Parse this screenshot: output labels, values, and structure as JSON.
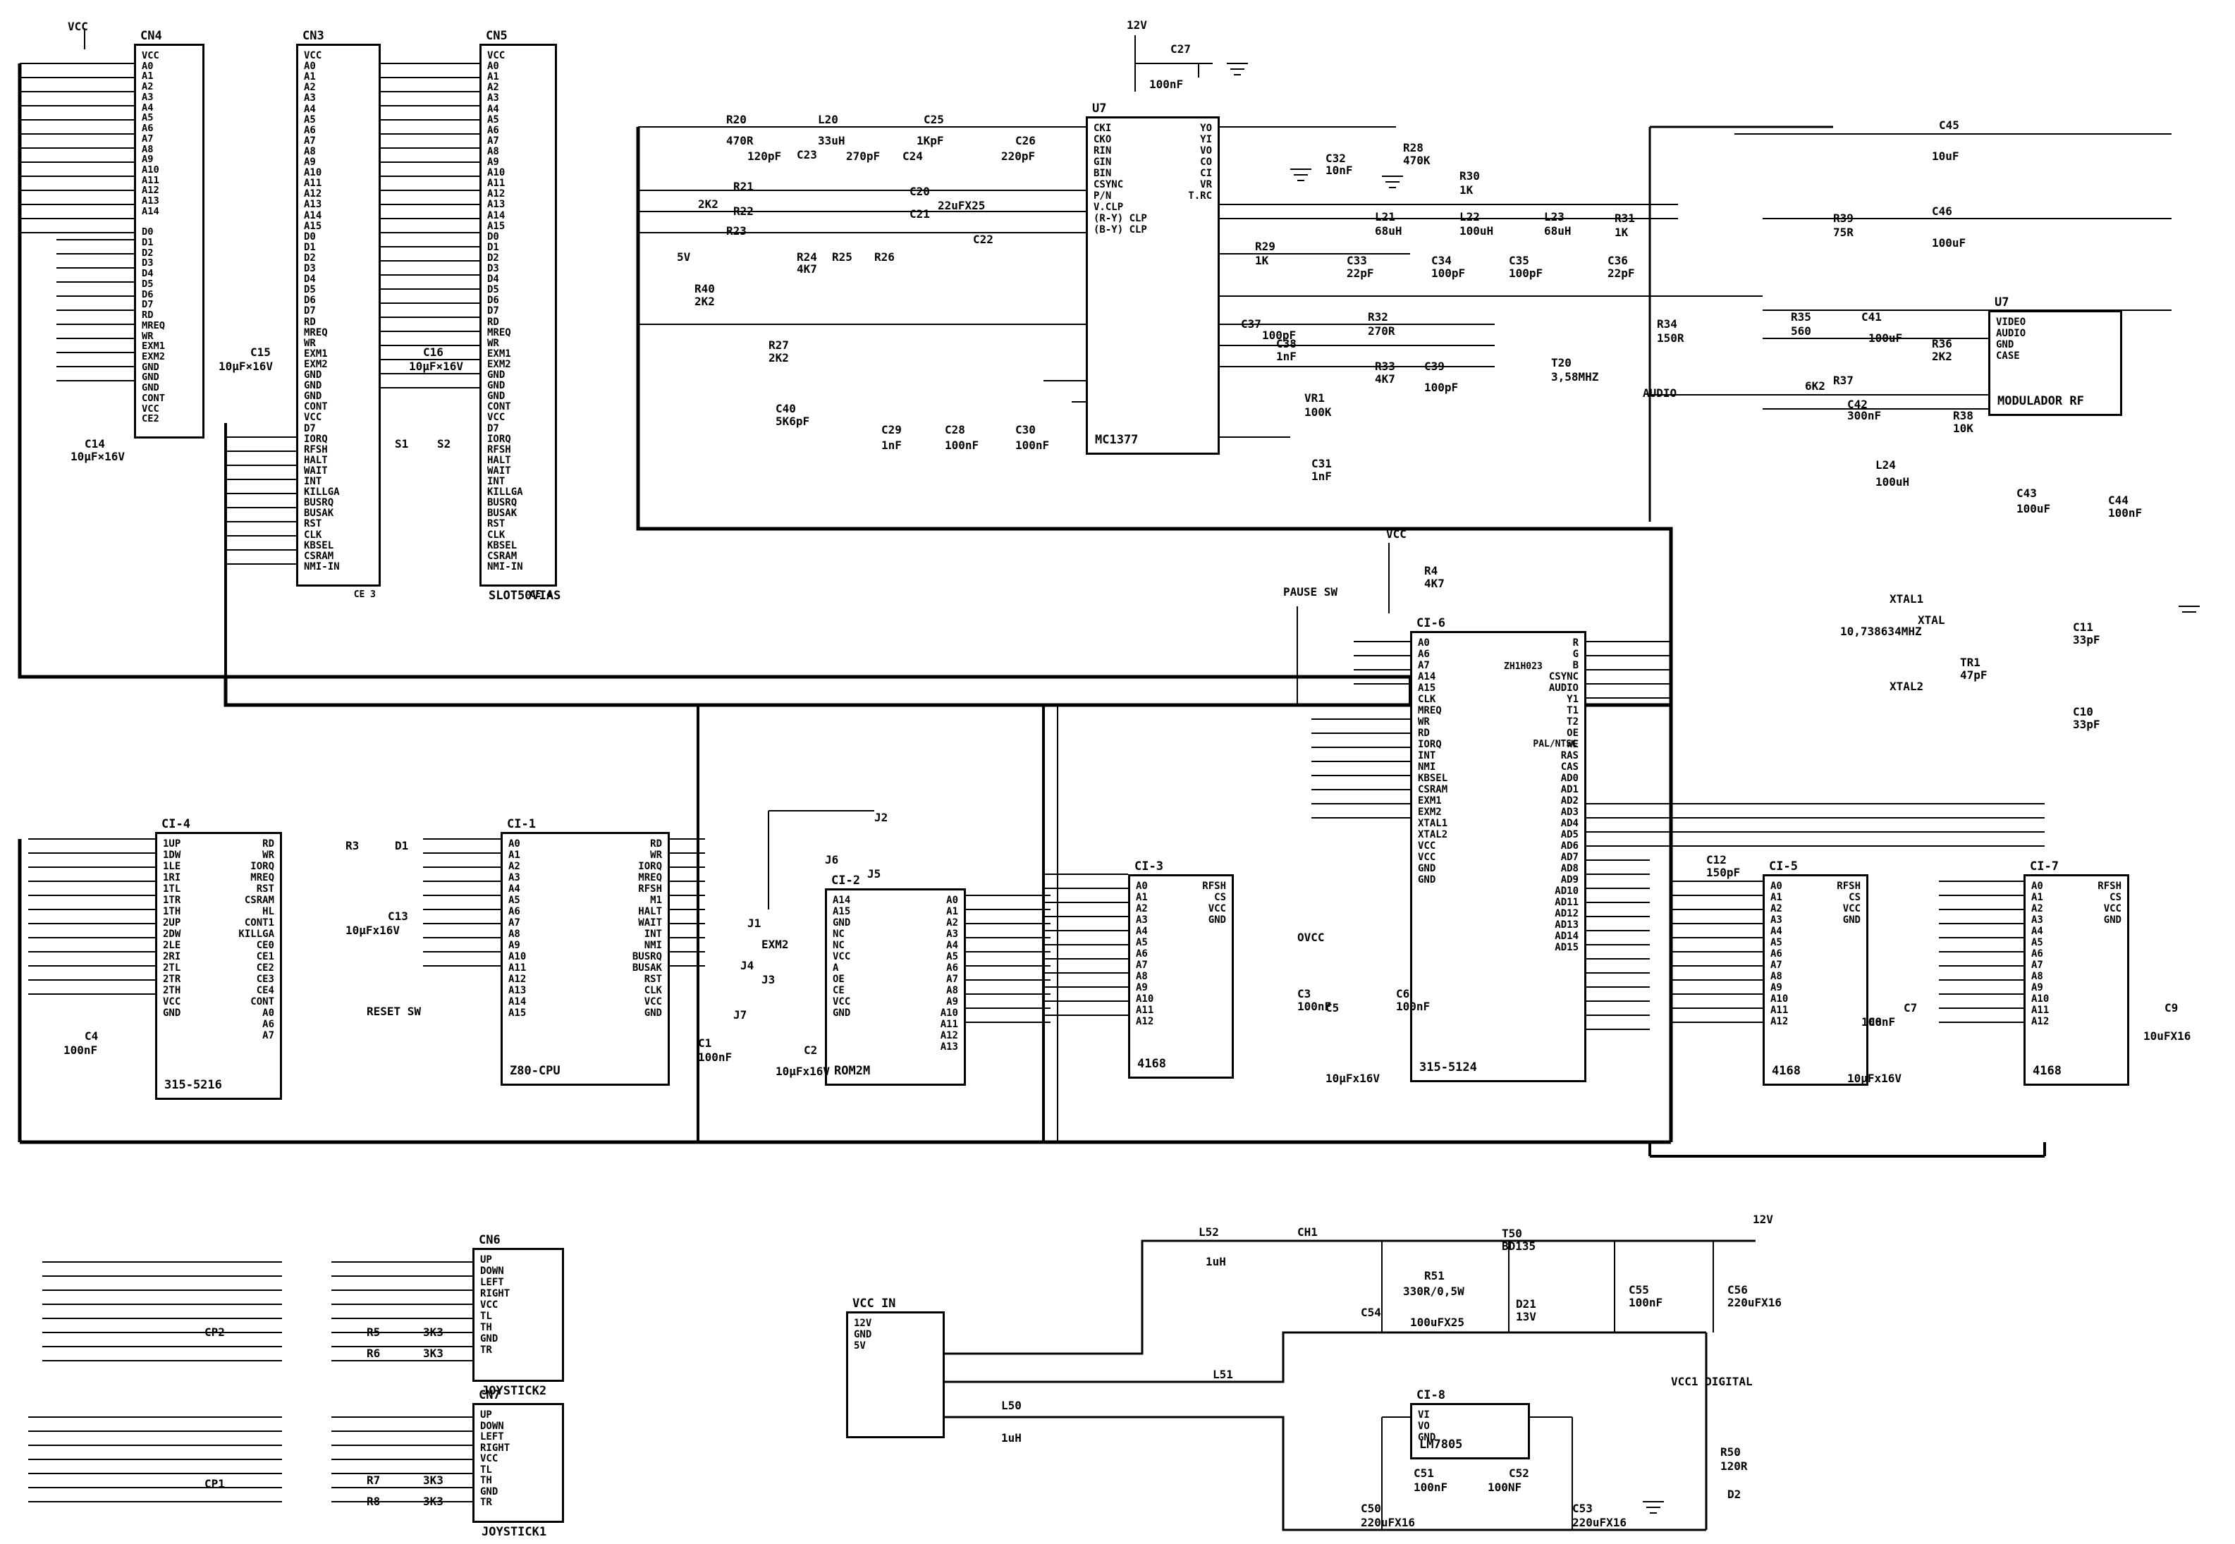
{
  "rails": {
    "vcc": "VCC",
    "v12_top": "12V",
    "v12_psu": "12V",
    "audio": "AUDIO",
    "vcc_digital": "VCC1 DIGITAL"
  },
  "connectors": {
    "cn4": {
      "ref": "CN4",
      "pins": [
        "VCC",
        "A0",
        "A1",
        "A2",
        "A3",
        "A4",
        "A5",
        "A6",
        "A7",
        "A8",
        "A9",
        "A10",
        "A11",
        "A12",
        "A13",
        "A14",
        "",
        "D0",
        "D1",
        "D2",
        "D3",
        "D4",
        "D5",
        "D6",
        "D7",
        "RD",
        "MREQ",
        "WR",
        "EXM1",
        "EXM2",
        "GND",
        "GND",
        "GND",
        "CONT",
        "VCC",
        "CE2"
      ],
      "cap": "C14",
      "cap_value": "10μF×16V"
    },
    "cn3": {
      "ref": "CN3",
      "pins": [
        "VCC",
        "A0",
        "A1",
        "A2",
        "A3",
        "A4",
        "A5",
        "A6",
        "A7",
        "A8",
        "A9",
        "A10",
        "A11",
        "A12",
        "A13",
        "A14",
        "A15",
        "D0",
        "D1",
        "D2",
        "D3",
        "D4",
        "D5",
        "D6",
        "D7",
        "RD",
        "MREQ",
        "WR",
        "EXM1",
        "EXM2",
        "GND",
        "GND",
        "GND",
        "CONT",
        "VCC",
        "D7",
        "IORQ",
        "RFSH",
        "HALT",
        "WAIT",
        "INT",
        "KILLGA",
        "BUSRQ",
        "BUSAK",
        "RST",
        "CLK",
        "KBSEL",
        "CSRAM",
        "NMI-IN"
      ],
      "bottom": "CE 3",
      "cap": "C15",
      "cap_value": "10μF×16V"
    },
    "cn5": {
      "ref": "CN5",
      "pins": [
        "VCC",
        "A0",
        "A1",
        "A2",
        "A3",
        "A4",
        "A5",
        "A6",
        "A7",
        "A8",
        "A9",
        "A10",
        "A11",
        "A12",
        "A13",
        "A14",
        "A15",
        "D0",
        "D1",
        "D2",
        "D3",
        "D4",
        "D5",
        "D6",
        "D7",
        "RD",
        "MREQ",
        "WR",
        "EXM1",
        "EXM2",
        "GND",
        "GND",
        "GND",
        "CONT",
        "VCC",
        "D7",
        "IORQ",
        "RFSH",
        "HALT",
        "WAIT",
        "INT",
        "KILLGA",
        "BUSRQ",
        "BUSAK",
        "RST",
        "CLK",
        "KBSEL",
        "CSRAM",
        "NMI-IN"
      ],
      "bottom": "CE 4",
      "name": "SLOT50VIAS",
      "cap": "C16",
      "cap_value": "10μF×16V",
      "labels": [
        "S1",
        "S2"
      ]
    },
    "cn6": {
      "ref": "CN6",
      "pins": [
        "UP",
        "DOWN",
        "LEFT",
        "RIGHT",
        "VCC",
        "TL",
        "TH",
        "GND",
        "TR"
      ],
      "name": "JOYSTICK2",
      "res1": "R5",
      "res1_value": "3K3",
      "res2": "R6",
      "res2_value": "3K3",
      "cap": "CP2"
    },
    "cn7": {
      "ref": "CN7",
      "pins": [
        "UP",
        "DOWN",
        "LEFT",
        "RIGHT",
        "VCC",
        "TL",
        "TH",
        "GND",
        "TR"
      ],
      "name": "JOYSTICK1",
      "res1": "R7",
      "res1_value": "3K3",
      "res2": "R8",
      "res2_value": "3K3",
      "cap": "CP1"
    },
    "vcc_in": {
      "ref": "VCC IN",
      "pins": [
        "12V",
        "GND",
        "5V"
      ]
    }
  },
  "ics": {
    "u7": {
      "ref": "U7",
      "part": "MC1377",
      "left": [
        "CKI",
        "CKO",
        "RIN",
        "GIN",
        "BIN",
        "CSYNC",
        "P/N",
        "V.CLP",
        "(R-Y) CLP",
        "(B-Y) CLP"
      ],
      "right": [
        "YO",
        "YI",
        "VO",
        "CO",
        "CI",
        "VR",
        "T.RC"
      ]
    },
    "modulator": {
      "ref": "U7",
      "part": "MODULADOR RF",
      "pins": [
        "VIDEO",
        "AUDIO",
        "GND",
        "CASE"
      ]
    },
    "ci6": {
      "ref": "CI-6",
      "part": "315-5124",
      "side": "ZH1H023",
      "mode": "PAL/NTSC",
      "left": [
        "A0",
        "A6",
        "A7",
        "A14",
        "A15",
        "CLK",
        "MREQ",
        "WR",
        "RD",
        "IORQ",
        "INT",
        "NMI",
        "KBSEL",
        "CSRAM",
        "EXM1",
        "EXM2",
        "XTAL1",
        "XTAL2",
        "VCC",
        "VCC",
        "GND",
        "GND"
      ],
      "right": [
        "R",
        "G",
        "B",
        "CSYNC",
        "AUDIO",
        "Y1",
        "T1",
        "T2",
        "OE",
        "WE",
        "RAS",
        "CAS",
        "AD0",
        "AD1",
        "AD2",
        "AD3",
        "AD4",
        "AD5",
        "AD6",
        "AD7",
        "AD8",
        "AD9",
        "AD10",
        "AD11",
        "AD12",
        "AD13",
        "AD14",
        "AD15"
      ]
    },
    "ci4": {
      "ref": "CI-4",
      "part": "315-5216",
      "left": [
        "1UP",
        "1DW",
        "1LE",
        "1RI",
        "1TL",
        "1TR",
        "1TH",
        "2UP",
        "2DW",
        "2LE",
        "2RI",
        "2TL",
        "2TR",
        "2TH",
        "VCC",
        "GND"
      ],
      "right": [
        "RD",
        "WR",
        "IORQ",
        "MREQ",
        "RST",
        "CSRAM",
        "HL",
        "CONT1",
        "KILLGA",
        "CE0",
        "CE1",
        "CE2",
        "CE3",
        "CE4",
        "CONT",
        "A0",
        "A6",
        "A7"
      ]
    },
    "ci1": {
      "ref": "CI-1",
      "part": "Z80-CPU",
      "left": [
        "A0",
        "A1",
        "A2",
        "A3",
        "A4",
        "A5",
        "A6",
        "A7",
        "A8",
        "A9",
        "A10",
        "A11",
        "A12",
        "A13",
        "A14",
        "A15"
      ],
      "right": [
        "RD",
        "WR",
        "IORQ",
        "MREQ",
        "RFSH",
        "M1",
        "HALT",
        "WAIT",
        "INT",
        "NMI",
        "BUSRQ",
        "BUSAK",
        "RST",
        "CLK",
        "VCC",
        "GND"
      ]
    },
    "ci2": {
      "ref": "CI-2",
      "part": "ROM2M",
      "left": [
        "A14",
        "A15",
        "GND",
        "NC",
        "NC",
        "VCC",
        "A",
        "OE",
        "CE",
        "VCC",
        "GND"
      ],
      "right": [
        "A0",
        "A1",
        "A2",
        "A3",
        "A4",
        "A5",
        "A6",
        "A7",
        "A8",
        "A9",
        "A10",
        "A11",
        "A12",
        "A13"
      ]
    },
    "ci3": {
      "ref": "CI-3",
      "part": "4168",
      "left": [
        "A0",
        "A1",
        "A2",
        "A3",
        "A4",
        "A5",
        "A6",
        "A7",
        "A8",
        "A9",
        "A10",
        "A11",
        "A12"
      ],
      "right": [
        "RFSH",
        "CS",
        "VCC",
        "GND"
      ]
    },
    "ci5": {
      "ref": "CI-5",
      "part": "4168",
      "left": [
        "A0",
        "A1",
        "A2",
        "A3",
        "A4",
        "A5",
        "A6",
        "A7",
        "A8",
        "A9",
        "A10",
        "A11",
        "A12"
      ],
      "right": [
        "RFSH",
        "CS",
        "VCC",
        "GND"
      ]
    },
    "ci7": {
      "ref": "CI-7",
      "part": "4168",
      "left": [
        "A0",
        "A1",
        "A2",
        "A3",
        "A4",
        "A5",
        "A6",
        "A7",
        "A8",
        "A9",
        "A10",
        "A11",
        "A12"
      ],
      "right": [
        "RFSH",
        "CS",
        "VCC",
        "GND"
      ]
    },
    "ci8": {
      "ref": "CI-8",
      "part": "LM7805",
      "pins": [
        "VI",
        "VO",
        "GND"
      ]
    }
  },
  "parts": {
    "r20": "R20",
    "r20v": "470R",
    "l20": "L20",
    "l20v": "33uH",
    "c25": "C25",
    "c25v": "1KpF",
    "c23": "C23",
    "c23v": "120pF",
    "c24": "C24",
    "c24v": "270pF",
    "c26": "C26",
    "c26v": "220pF",
    "r21": "R21",
    "r22": "R22",
    "r23": "R23",
    "r2k2": "2K2",
    "c20": "C20",
    "c21": "C21",
    "c22": "C22",
    "c22uf": "22uFX25",
    "r24": "R24",
    "r25": "R25",
    "r26": "R26",
    "r4k7": "4K7",
    "r40": "R40",
    "r40v": "2K2",
    "v5": "5V",
    "r27": "R27",
    "r27v": "2K2",
    "c40": "C40",
    "c40v": "5K6pF",
    "c29": "C29",
    "c29v": "1nF",
    "c28": "C28",
    "c28v": "100nF",
    "c30": "C30",
    "c30v": "100nF",
    "c27": "C27",
    "c27v": "100nF",
    "c32": "C32",
    "c32v": "10nF",
    "r28": "R28",
    "r28v": "470K",
    "r30": "R30",
    "r30v": "1K",
    "l21": "L21",
    "l21v": "68uH",
    "l22": "L22",
    "l22v": "100uH",
    "l23": "L23",
    "l23v": "68uH",
    "r31": "R31",
    "r31v": "1K",
    "r29": "R29",
    "r29v": "1K",
    "c33": "C33",
    "c33v": "22pF",
    "c34": "C34",
    "c34v": "100pF",
    "c35": "C35",
    "c35v": "100pF",
    "c36": "C36",
    "c36v": "22pF",
    "r34": "R34",
    "r34v": "150R",
    "c37": "C37",
    "c37v": "100pF",
    "r32": "R32",
    "r32v": "270R",
    "c38": "C38",
    "c38v": "1nF",
    "r33": "R33",
    "r33v": "4K7",
    "c39": "C39",
    "c39v": "100pF",
    "t20": "T20",
    "t20v": "3,58MHZ",
    "vr1": "VR1",
    "vr1v": "100K",
    "c31": "C31",
    "c31v": "1nF",
    "c45": "C45",
    "c45v": "10uF",
    "r39": "R39",
    "r39v": "75R",
    "c46": "C46",
    "c46v": "100uF",
    "r35": "R35",
    "r35v": "560",
    "c41": "C41",
    "c41v": "100uF",
    "r36": "R36",
    "r36v": "2K2",
    "r37": "R37",
    "r37v": "6K2",
    "c42": "C42",
    "c42v": "300nF",
    "r38": "R38",
    "r38v": "10K",
    "l24": "L24",
    "l24v": "100uH",
    "c43": "C43",
    "c43v": "100uF",
    "c44": "C44",
    "c44v": "100nF",
    "r4": "R4",
    "r4v": "4K7",
    "pause": "PAUSE SW",
    "xtal1": "XTAL1",
    "xtal": "XTAL",
    "xtalv": "10,738634MHZ",
    "xtal2": "XTAL2",
    "c11": "C11",
    "c11v": "33pF",
    "tr1": "TR1",
    "tr1v": "47pF",
    "c10": "C10",
    "c10v": "33pF",
    "c12": "C12",
    "c12v": "150pF",
    "c5": "C5",
    "c6": "C6",
    "c6v": "100nF",
    "c5v": "10μFx16V",
    "c3": "C3",
    "c3v": "100nF",
    "c4": "C4",
    "c4v": "100nF",
    "r3": "R3",
    "d1": "D1",
    "c13": "C13",
    "c13v": "10μFx16V",
    "reset": "RESET SW",
    "c1": "C1",
    "c1v": "100nF",
    "c2": "C2",
    "c2v": "10μFx16V",
    "j1": "J1",
    "j2": "J2",
    "j3": "J3",
    "j4": "J4",
    "j5": "J5",
    "j6": "J6",
    "j7": "J7",
    "exm2": "EXM2",
    "ovcc": "OVCC",
    "c7": "C7",
    "c7v": "100nF",
    "c8": "C8",
    "c8v": "10μFx16V",
    "c9": "C9",
    "c9v": "10uFX16",
    "l52": "L52",
    "l52v": "1uH",
    "ch1": "CH1",
    "t50": "T50",
    "t50v": "BD135",
    "r51": "R51",
    "r51v": "330R/0,5W",
    "c54": "C54",
    "c54v": "100uFX25",
    "d21": "D21",
    "d21v": "13V",
    "c55": "C55",
    "c55v": "100nF",
    "c56": "C56",
    "c56v": "220uFX16",
    "l50": "L50",
    "l50v": "1uH",
    "l51": "L51",
    "c51": "C51",
    "c51v": "100nF",
    "c52": "C52",
    "c52v": "100NF",
    "c50": "C50",
    "c50v": "220uFX16",
    "c53": "C53",
    "c53v": "220uFX16",
    "r50": "R50",
    "r50v": "120R",
    "d2": "D2"
  }
}
